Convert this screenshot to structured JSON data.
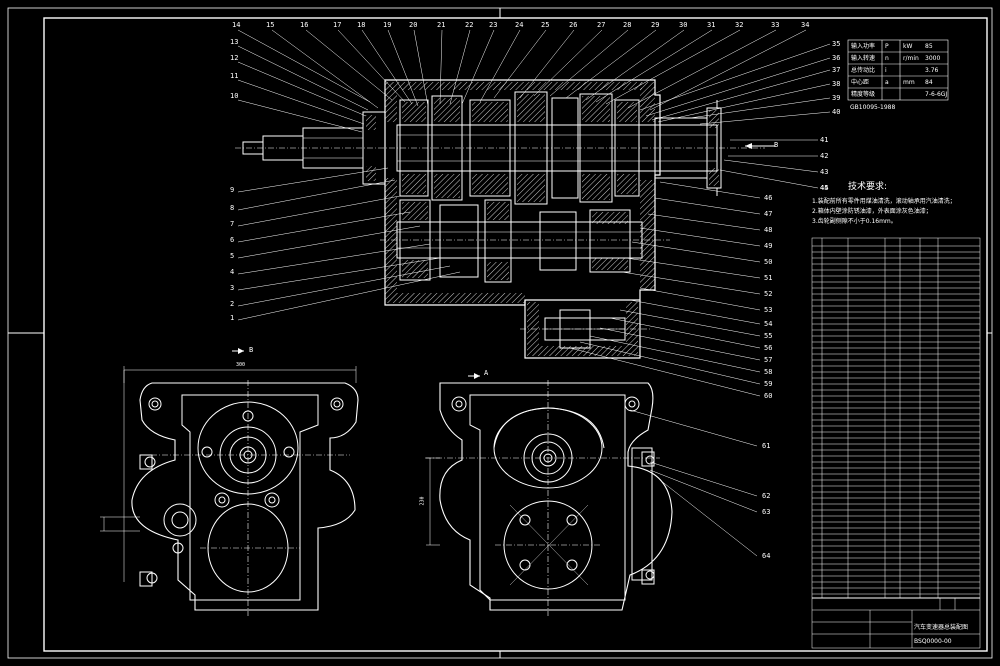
{
  "colors": {
    "background": "#000000",
    "line": "#ffffff"
  },
  "balloons_top": [
    "14",
    "15",
    "16",
    "17",
    "18",
    "19",
    "20",
    "21",
    "22",
    "23",
    "24",
    "25",
    "26",
    "27",
    "28",
    "29",
    "30",
    "31",
    "32",
    "33",
    "34"
  ],
  "balloons_left": [
    "13",
    "12",
    "11",
    "10",
    "9",
    "8",
    "7",
    "6",
    "5",
    "4",
    "3",
    "2",
    "1"
  ],
  "balloons_right_upper": [
    "35",
    "36",
    "37",
    "38",
    "39",
    "40",
    "41",
    "42",
    "43",
    "44",
    "45"
  ],
  "balloons_right_lower": [
    "46",
    "47",
    "48",
    "49",
    "50",
    "51",
    "52",
    "53",
    "54",
    "55",
    "56",
    "57",
    "58",
    "59",
    "60"
  ],
  "balloons_bottom_right": [
    "61",
    "62",
    "63",
    "64"
  ],
  "section_marks": {
    "b_top": "B",
    "b_left": "B",
    "a_view": "A"
  },
  "spec_table": {
    "rows": [
      [
        "输入功率",
        "P",
        "kW",
        "85"
      ],
      [
        "输入转速",
        "n",
        "r/min",
        "3000"
      ],
      [
        "总传动比",
        "i",
        "",
        "3.76"
      ],
      [
        "中心距",
        "a",
        "mm",
        "84"
      ],
      [
        "精度等级",
        "",
        "",
        "7-6-6GJ"
      ]
    ],
    "note": "GB10095-1988"
  },
  "tech_req": {
    "title": "技术要求:",
    "lines": [
      "1.装配前所有零件用煤油清洗，滚动轴承用汽油清洗；",
      "2.箱体内壁涂防锈油漆，外表面涂灰色油漆；",
      "3.齿轮副侧隙不小于0.16mm。"
    ]
  },
  "title_block": {
    "name": "汽车变速器总装配图",
    "code": "BSQ0000-00"
  },
  "dimension_texts": {
    "width_left": "300",
    "height_right": "230"
  }
}
